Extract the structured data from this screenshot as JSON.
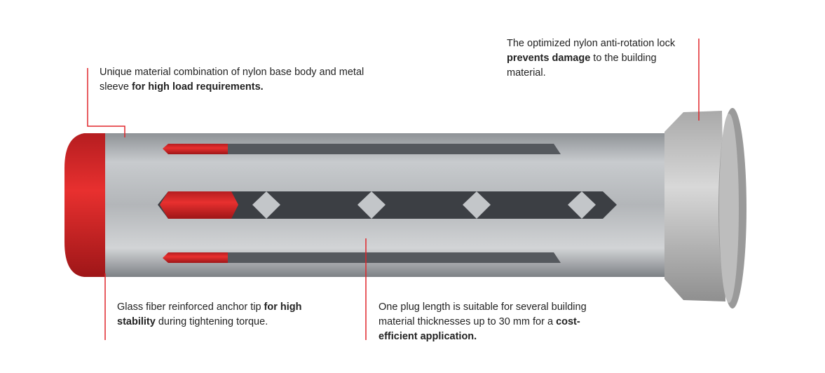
{
  "callouts": [
    {
      "text": "Unique material combination of nylon base body and metal sleeve ",
      "bold": "for high load requirements.",
      "after": ""
    },
    {
      "text": "The optimized nylon anti-rotation lock ",
      "bold": "prevents damage",
      "after": " to the building material."
    },
    {
      "text": "Glass fiber reinforced anchor tip ",
      "bold": "for high stability",
      "after": " during tightening torque."
    },
    {
      "text": "One plug length is suitable for several building material thicknesses up to 30 mm for a ",
      "bold": "cost-efficient application.",
      "after": ""
    }
  ],
  "colors": {
    "accent": "#e0262b",
    "steel": "#b9bcbf",
    "nylon": "#c9c9c9"
  }
}
